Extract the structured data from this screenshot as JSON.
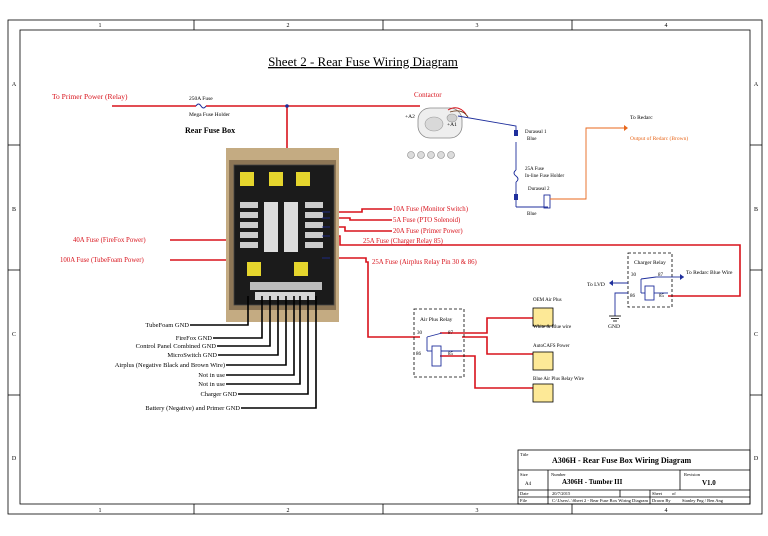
{
  "sheet": {
    "title": "Sheet 2 - Rear Fuse Wiring Diagram",
    "col_labels": [
      "1",
      "2",
      "3",
      "4"
    ],
    "row_labels": [
      "A",
      "B",
      "C",
      "D"
    ]
  },
  "top_feed": {
    "primer_label": "To Primer Power (Relay)",
    "mega_fuse_label_1": "250A Fuse",
    "mega_fuse_label_2": "Mega Fuse Holder"
  },
  "fuse_box": {
    "title": "Rear Fuse Box"
  },
  "contactor": {
    "title": "Contactor",
    "term_a2": "+A2",
    "term_a1": "+A1"
  },
  "duraseal": {
    "d1_line1": "Duraseal 1",
    "d1_line2": "Blue",
    "inline_fuse_1": "25A Fuse",
    "inline_fuse_2": "In-line Fuse Holder",
    "d2_line1": "Duraseal 2",
    "d2_line2": "Blue"
  },
  "redarc": {
    "to_redarc": "To Redarc",
    "output": "Output of Redarc (Brown)"
  },
  "right_fuses": [
    "10A Fuse (Monitor Switch)",
    "5A Fuse (PTO Solenoid)",
    "20A Fuse (Primer Power)",
    "25A Fuse (Charger Relay 85)",
    "25A Fuse (Airplus Relay Pin 30 & 86)"
  ],
  "left_fuses": [
    "40A Fuse (FireFox Power)",
    "100A Fuse (TubeFoam Power)"
  ],
  "grounds": [
    "TubeFoam GND",
    "FireFox GND",
    "Control Panel Combined GND",
    "MicroSwitch GND",
    "Airplus (Negative Black and Brown Wire)",
    "Not in use",
    "Not in use",
    "Charger GND",
    "Battery (Negative) and Primer GND"
  ],
  "charger_relay": {
    "title": "Charger Relay",
    "pins": [
      "30",
      "87",
      "86",
      "85"
    ],
    "to_lvd": "To LVD",
    "to_redarc_blue": "To Redarc Blue Wire",
    "gnd": "GND"
  },
  "airplus_relay": {
    "title": "Air Plus Relay",
    "pins": [
      "30",
      "87",
      "86",
      "85"
    ]
  },
  "airplus_outputs": [
    {
      "title": "OEM Air Plus",
      "sub": "White & Blue wire"
    },
    {
      "title": "AutoCAFS Power",
      "sub": ""
    },
    {
      "title": "Blue Air Plus Relay Wire",
      "sub": ""
    }
  ],
  "title_block": {
    "title_key": "Title",
    "title": "A306H - Rear Fuse Box Wiring Diagram",
    "size_key": "Size",
    "size": "A4",
    "number_key": "Number",
    "number": "A306H - Tumber III",
    "revision_key": "Revision",
    "revision": "V1.0",
    "date_key": "Date",
    "date": "20/7/2015",
    "sheet_key": "Sheet",
    "sheet_of": "of",
    "file_key": "File",
    "file": "C:\\Users\\..\\Sheet 2 - Rear Fuse Box Wiring Diagram",
    "drawn_key": "Drawn By",
    "drawn": "Stanley Png / Ben Ang"
  },
  "colors": {
    "red_wire": "#d8121b",
    "black_wire": "#000000",
    "blue_wire": "#1f2f9c",
    "box_yellow": "#fde997",
    "orange": "#e8671b"
  }
}
